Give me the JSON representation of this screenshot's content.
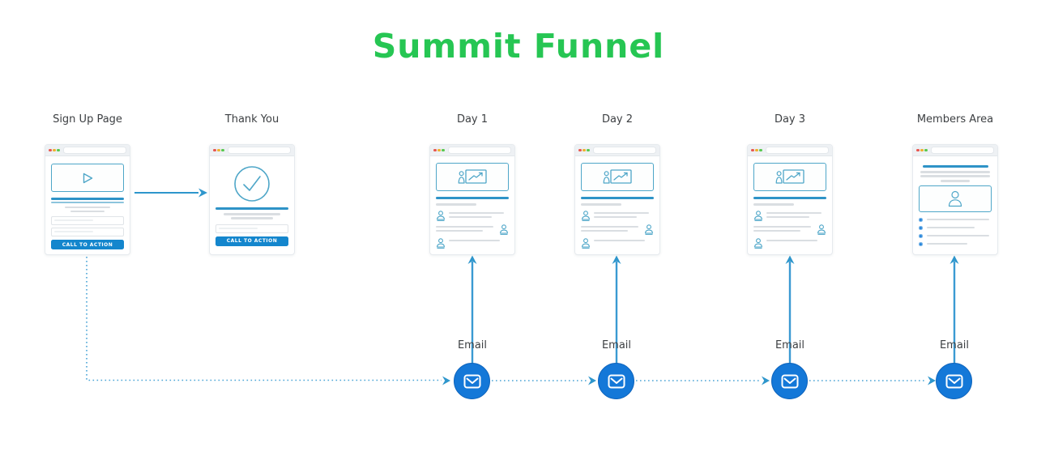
{
  "title": "Summit Funnel",
  "pages": [
    {
      "label": "Sign Up Page",
      "type": "signup-page-with-video-form",
      "cta_label": "CALL TO ACTION"
    },
    {
      "label": "Thank You",
      "type": "confirmation-page",
      "cta_label": "CALL TO ACTION"
    },
    {
      "label": "Day 1",
      "type": "content-page"
    },
    {
      "label": "Day 2",
      "type": "content-page"
    },
    {
      "label": "Day 3",
      "type": "content-page"
    },
    {
      "label": "Members Area",
      "type": "members-page"
    }
  ],
  "emails": [
    {
      "label": "Email"
    },
    {
      "label": "Email"
    },
    {
      "label": "Email"
    },
    {
      "label": "Email"
    }
  ],
  "flow": {
    "solid_arrows": [
      "sign-up-page -> thank-you",
      "email-1 -> day-1",
      "email-2 -> day-2",
      "email-3 -> day-3",
      "email-4 -> members-area"
    ],
    "dotted_sequence": "sign-up-page -> email-1 -> email-2 -> email-3 -> email-4"
  },
  "icons": {
    "play-icon": "outlined triangle",
    "check-icon": "circled checkmark",
    "presentation-icon": "person beside rising chart board",
    "person-icon": "user bust outline",
    "member-icon": "user silhouette in box",
    "email-icon": "white envelope in blue circle",
    "window-dots": [
      "red",
      "yellow",
      "green"
    ]
  },
  "colors": {
    "title_green": "#26c653",
    "arrow_blue": "#2e96cc",
    "dotted_blue": "#4aa4d6",
    "email_circle_blue": "#1478d8",
    "teal_outline": "#4ea6c8",
    "cta_blue": "#1486cd",
    "accent_line_blue": "#2e93c7",
    "gray_line": "#dadee2",
    "background": "#ffffff"
  }
}
